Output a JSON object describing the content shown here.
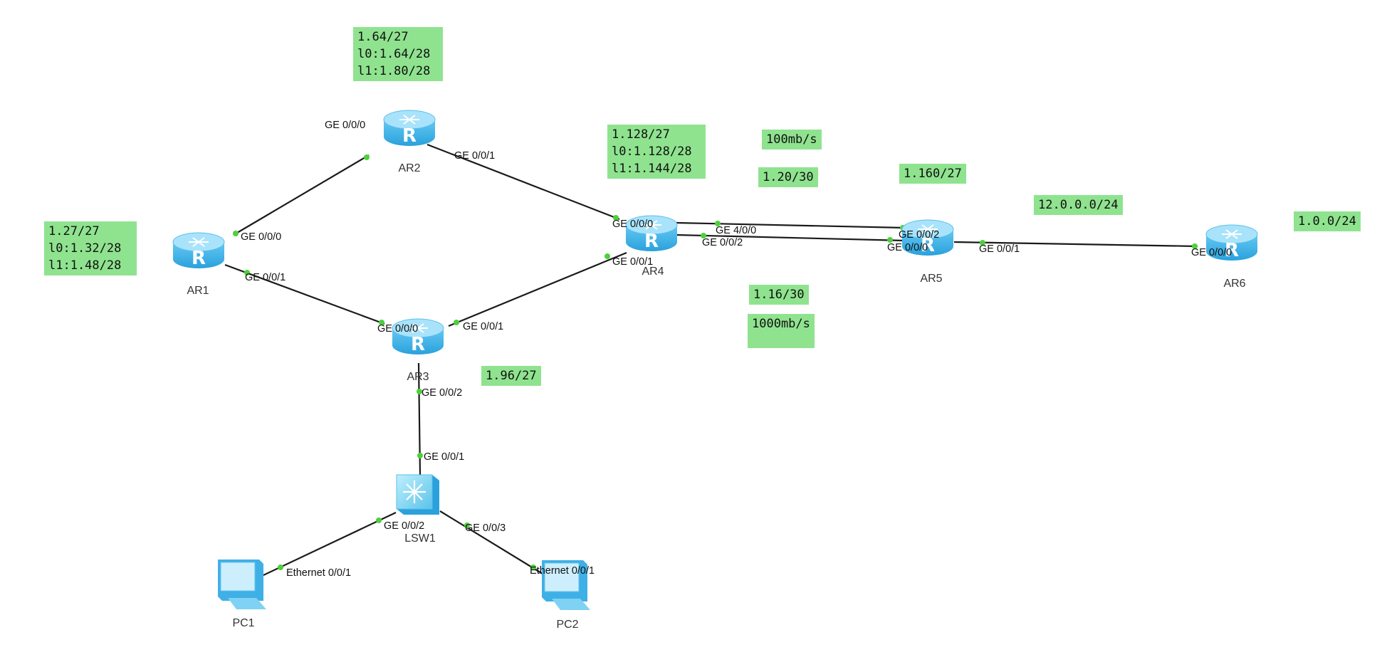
{
  "devices": {
    "AR1": "AR1",
    "AR2": "AR2",
    "AR3": "AR3",
    "AR4": "AR4",
    "AR5": "AR5",
    "AR6": "AR6",
    "LSW1": "LSW1",
    "PC1": "PC1",
    "PC2": "PC2"
  },
  "ports": {
    "ar2_ge000": "GE 0/0/0",
    "ar2_ge001": "GE 0/0/1",
    "ar1_ge000": "GE 0/0/0",
    "ar1_ge001": "GE 0/0/1",
    "ar4_ge000": "GE 0/0/0",
    "ar4_ge001": "GE 0/0/1",
    "ar4_ge400": "GE 4/0/0",
    "ar4_ge002": "GE 0/0/2",
    "ar5_ge002": "GE 0/0/2",
    "ar5_ge000": "GE 0/0/0",
    "ar5_ge001": "GE 0/0/1",
    "ar6_ge000": "GE 0/0/0",
    "ar3_ge000": "GE 0/0/0",
    "ar3_ge001": "GE 0/0/1",
    "ar3_ge002": "GE 0/0/2",
    "lsw1_ge001": "GE 0/0/1",
    "lsw1_ge002": "GE 0/0/2",
    "lsw1_ge003": "GE 0/0/3",
    "pc1_eth": "Ethernet 0/0/1",
    "pc2_eth": "Ethernet 0/0/1"
  },
  "notes": {
    "ar2_net": "1.64/27\nl0:1.64/28\nl1:1.80/28",
    "ar1_net": "1.27/27\nl0:1.32/28\nl1:1.48/28",
    "ar4_net": "1.128/27\nl0:1.128/28\nl1:1.144/28",
    "bw_100": "100mb/s",
    "link_20": "1.20/30",
    "ar5_net": "1.160/27",
    "net_12": "12.0.0.0/24",
    "ar6_net": "1.0.0/24",
    "link_16": "1.16/30",
    "bw_1000": "1000mb/s",
    "ar3_net": "1.96/27"
  },
  "colors": {
    "note_bg": "#8fe38f",
    "router_body": "#3fb7ec",
    "router_top": "#a9e3fb",
    "port_dot": "#4cd13a",
    "link": "#1a1a1a"
  }
}
